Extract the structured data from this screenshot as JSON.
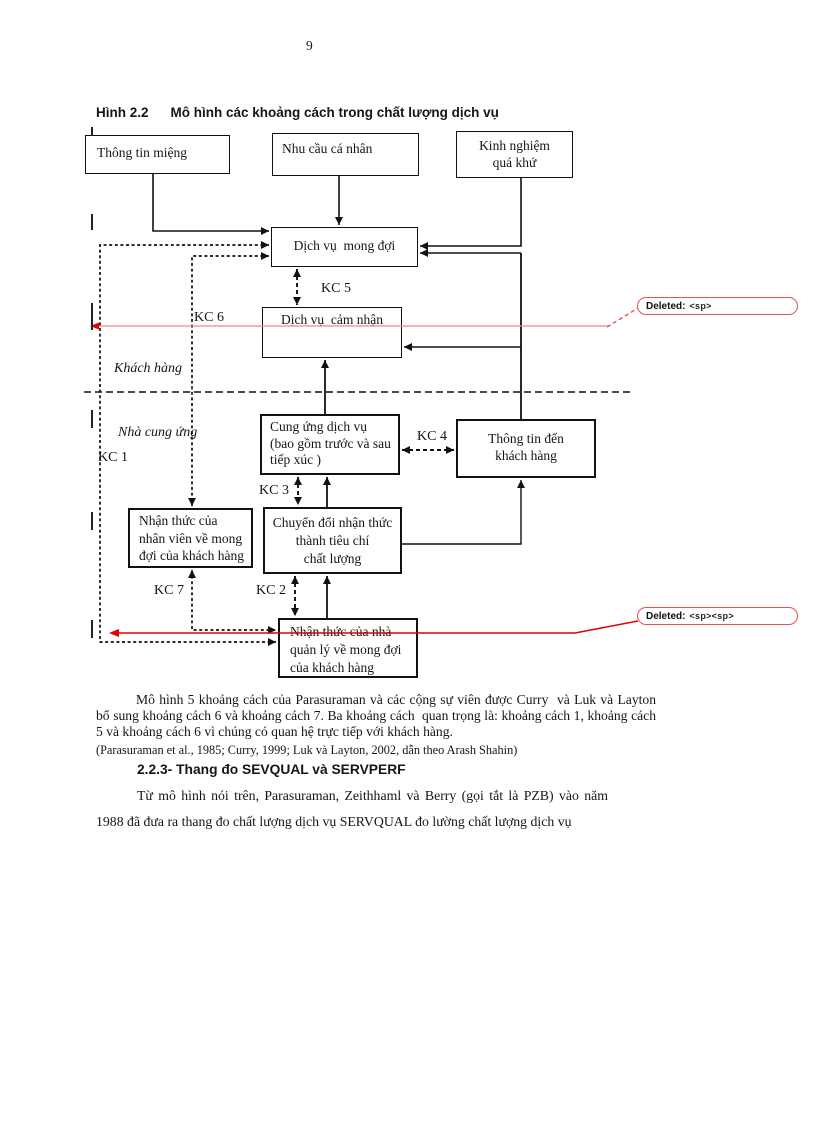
{
  "page": {
    "number": "9"
  },
  "figure": {
    "caption_label": "Hình  2.2",
    "caption_text": "Mô hình các khoảng cách trong chất lượng dịch vụ",
    "boxes": {
      "word_of_mouth": "Thông tin miệng",
      "personal_needs": "Nhu cầu cá nhân",
      "past_experience": "Kinh nghiệm\nquá khứ",
      "expected_service": "Dịch vụ  mong đợi",
      "perceived_service": "Dịch vụ  cảm nhận",
      "service_delivery": "Cung ứng dịch vụ\n(bao gồm trước và sau\ntiếp xúc )",
      "communication_to_customers": "Thông tin đến\nkhách hàng",
      "employee_perception": "Nhận thức của\nnhân viên về mong\nđợi của khách hàng",
      "quality_specifications": "Chuyển đổi nhận thức\nthành tiêu chí\nchất lượng",
      "management_perception": "Nhận thức của nhà\nquản lý về mong đợi\ncủa khách hàng"
    },
    "gaps": {
      "kc1": "KC 1",
      "kc2": "KC 2",
      "kc3": "KC 3",
      "kc4": "KC 4",
      "kc5": "KC 5",
      "kc6": "KC 6",
      "kc7": "KC 7"
    },
    "zones": {
      "customer": "Khách hàng",
      "provider": "Nhà cung ứng"
    }
  },
  "revisions": {
    "deleted_1": {
      "label": "Deleted:",
      "content": "<sp>"
    },
    "deleted_2": {
      "label": "Deleted:",
      "content": "<sp><sp>"
    }
  },
  "body": {
    "para1": "Mô hình 5 khoảng cách của Parasuraman và các cộng sự viên được Curry  và Luk và Layton  bổ sung khoảng cách 6 và khoảng cách 7. Ba khoảng cách  quan trọng là: khoảng cách 1, khoảng cách 5 và khoảng cách 6 vì chúng có quan hệ trực tiếp với khách hàng.",
    "citation": "(Parasuraman et al., 1985; Curry, 1999; Luk và Layton, 2002, dẫn theo Arash Shahin)",
    "heading": "2.2.3- Thang đo SEVQUAL và SERVPERF",
    "para2": "Từ mô hình nói trên, Parasuraman, Zeithhaml và Berry (gọi tắt là PZB) vào năm 1988 đã đưa ra thang đo chất lượng dịch vụ SERVQUAL đo lường chất lượng dịch vụ"
  },
  "colors": {
    "revision_red": "#e00000",
    "balloon_border": "#dd5555",
    "strike_pink": "#f08888"
  }
}
